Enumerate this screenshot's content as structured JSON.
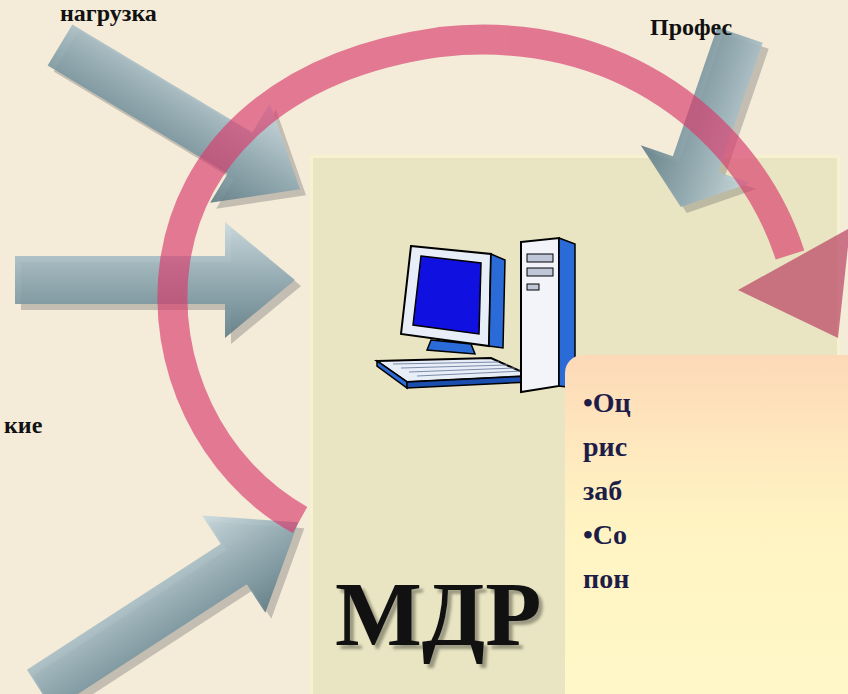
{
  "diagram": {
    "nodes": [
      {
        "text": [
          "МДР"
        ]
      },
      {
        "text": [
          "•Оц рис заб",
          "•Со пон"
        ]
      }
    ],
    "labels": [
      "нагрузка",
      "Профес",
      "кие"
    ]
  }
}
